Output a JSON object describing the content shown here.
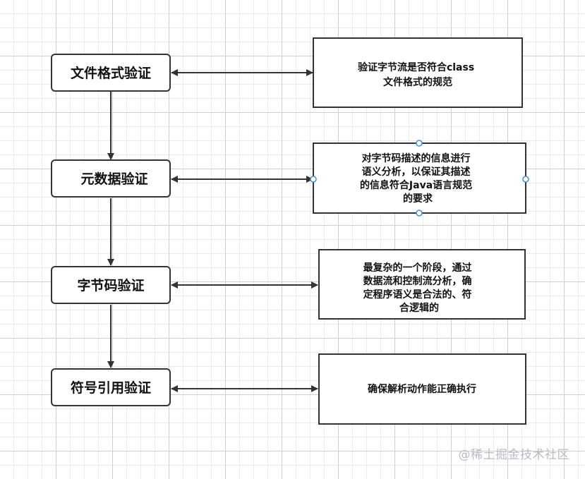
{
  "steps": [
    {
      "label": "文件格式验证",
      "description": [
        "验证字节流是否符合class",
        "文件格式的规范"
      ]
    },
    {
      "label": "元数据验证",
      "description": [
        "对字节码描述的信息进行",
        "语义分析，以保证其描述",
        "的信息符合Java语言规范",
        "的要求"
      ]
    },
    {
      "label": "字节码验证",
      "description": [
        "最复杂的一个阶段，通过",
        "数据流和控制流分析，确",
        "定程序语义是合法的、符",
        "合逻辑的"
      ]
    },
    {
      "label": "符号引用验证",
      "description": [
        "确保解析动作能正确执行"
      ]
    }
  ],
  "watermark": "@稀土掘金技术社区",
  "colors": {
    "stroke": "#333333",
    "handle": "#4a90c8",
    "watermark": "#b8bcc4"
  }
}
